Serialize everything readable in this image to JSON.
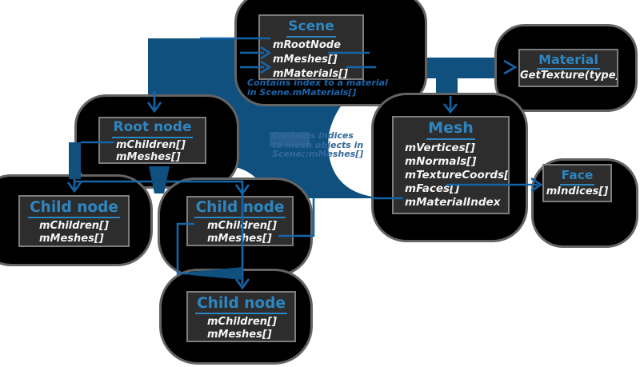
{
  "boxes": {
    "scene": {
      "title": "Scene",
      "fields": [
        "mRootNode",
        "mMeshes[]",
        "mMaterials[]"
      ]
    },
    "material": {
      "title": "Material",
      "fields": [
        "GetTexture(type)"
      ]
    },
    "mesh": {
      "title": "Mesh",
      "fields": [
        "mVertices[]",
        "mNormals[]",
        "mTextureCoords[]",
        "mFaces[]",
        "mMaterialIndex"
      ]
    },
    "face": {
      "title": "Face",
      "fields": [
        "mIndices[]"
      ]
    },
    "root": {
      "title": "Root node",
      "fields": [
        "mChildren[]",
        "mMeshes[]"
      ]
    },
    "child_left": {
      "title": "Child node",
      "fields": [
        "mChildren[]",
        "mMeshes[]"
      ]
    },
    "child_mid": {
      "title": "Child node",
      "fields": [
        "mChildren[]",
        "mMeshes[]"
      ]
    },
    "child_bottom": {
      "title": "Child node",
      "fields": [
        "mChildren[]",
        "mMeshes[]"
      ]
    }
  },
  "annotations": {
    "material_note": {
      "lines": [
        "Contains index to a material",
        "in Scene.mMaterials[]"
      ]
    },
    "meshes_note": {
      "lines": [
        "Contains indices",
        "to mesh objects in",
        "Scene::mMeshes[]"
      ]
    }
  },
  "colors": {
    "accent_title": "#2e86c1",
    "blue_blob": "#0f507f",
    "connector_line": "#1565a8",
    "box_background": "#2d2d2d",
    "box_border": "#7d7d7d",
    "shadow_blob": "#000000"
  }
}
